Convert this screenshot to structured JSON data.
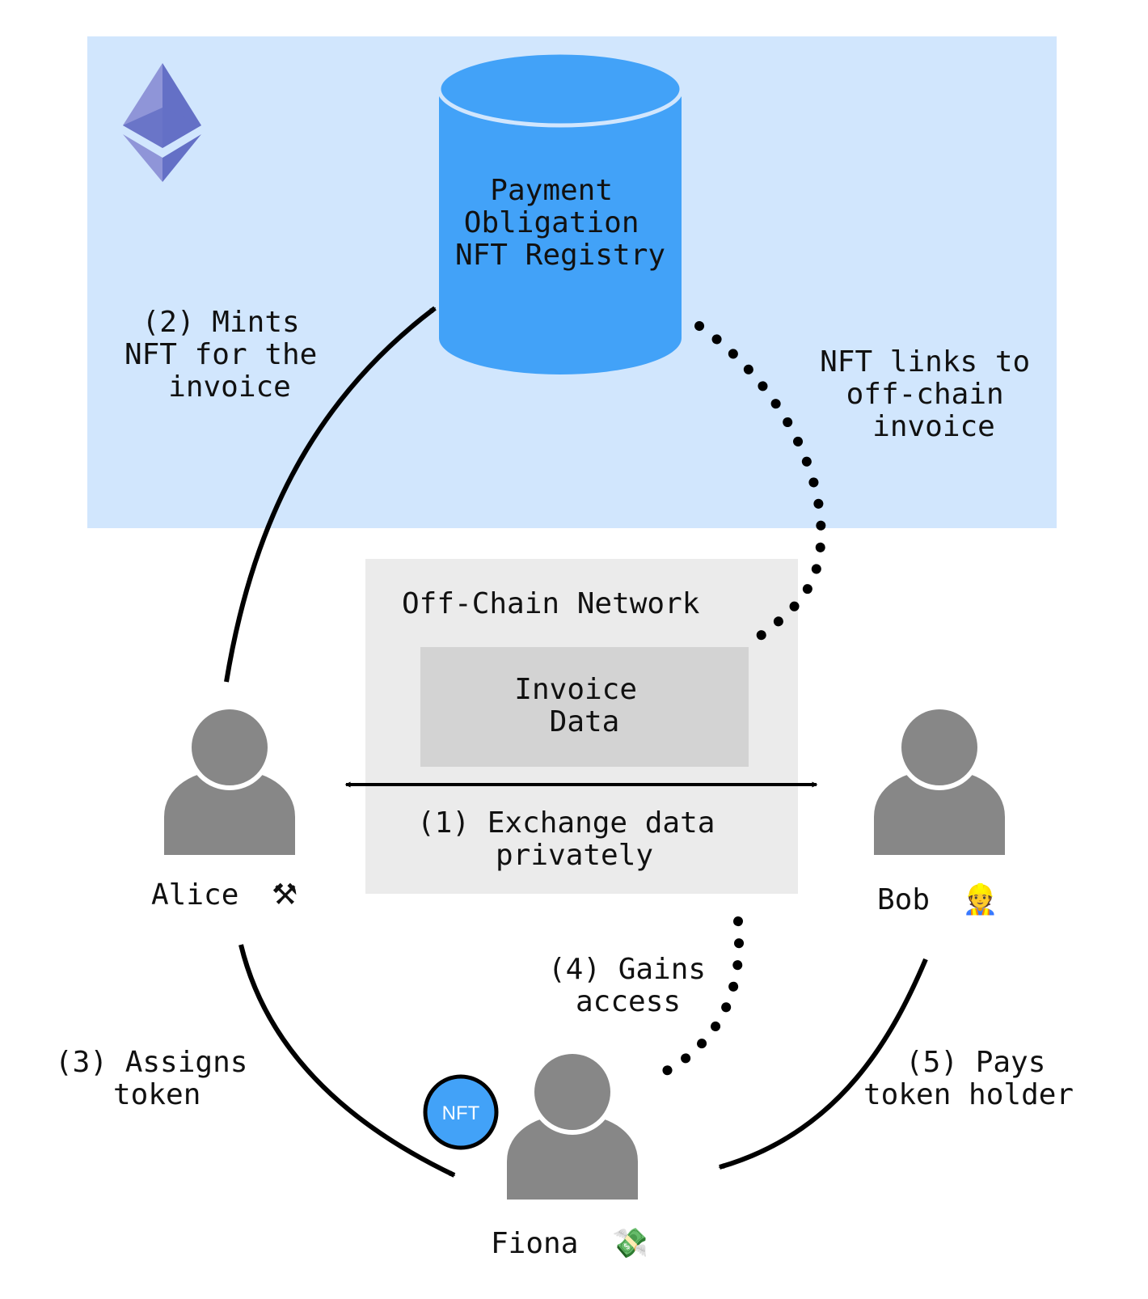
{
  "colors": {
    "chain_bg": "#d1e6fd",
    "db_fill": "#42a2f8",
    "db_rim": "#d1e6fd",
    "offchain_bg": "#ebebeb",
    "invoice_bg": "#d3d3d3",
    "person": "#878787",
    "eth_light": "#8f95d8",
    "eth_dark": "#6470c6",
    "line": "#000000"
  },
  "registry": {
    "lines": [
      "Payment",
      "Obligation",
      "NFT Registry"
    ]
  },
  "offchain": {
    "title": "Off-Chain Network"
  },
  "invoice": {
    "lines": [
      "Invoice",
      "Data"
    ]
  },
  "people": {
    "alice": {
      "name": "Alice",
      "icon": "hammer-and-wrench-icon",
      "glyph": "⚒"
    },
    "bob": {
      "name": "Bob",
      "icon": "construction-worker-icon",
      "glyph": "👷"
    },
    "fiona": {
      "name": "Fiona",
      "icon": "money-with-wings-icon",
      "glyph": "💸"
    }
  },
  "nft_badge": "NFT",
  "steps": {
    "exchange": [
      "(1) Exchange data",
      "privately"
    ],
    "mints": [
      "(2) Mints",
      "NFT for the",
      "invoice"
    ],
    "assigns": [
      "(3) Assigns",
      "token"
    ],
    "gains": [
      "(4) Gains",
      "access"
    ],
    "pays": [
      "(5) Pays",
      "token holder"
    ],
    "links": [
      "NFT links to",
      "off-chain",
      "invoice"
    ]
  }
}
